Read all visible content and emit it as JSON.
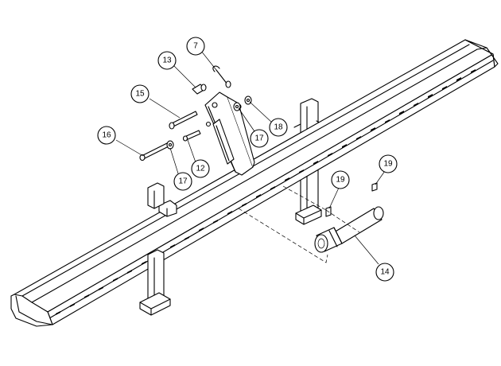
{
  "callouts": [
    {
      "id": "callout-7",
      "text": "7"
    },
    {
      "id": "callout-13",
      "text": "13"
    },
    {
      "id": "callout-15",
      "text": "15"
    },
    {
      "id": "callout-16",
      "text": "16"
    },
    {
      "id": "callout-17-upper",
      "text": "17"
    },
    {
      "id": "callout-18",
      "text": "18"
    },
    {
      "id": "callout-12",
      "text": "12"
    },
    {
      "id": "callout-17-lower",
      "text": "17"
    },
    {
      "id": "callout-19-left",
      "text": "19"
    },
    {
      "id": "callout-19-right",
      "text": "19"
    },
    {
      "id": "callout-14",
      "text": "14"
    }
  ]
}
